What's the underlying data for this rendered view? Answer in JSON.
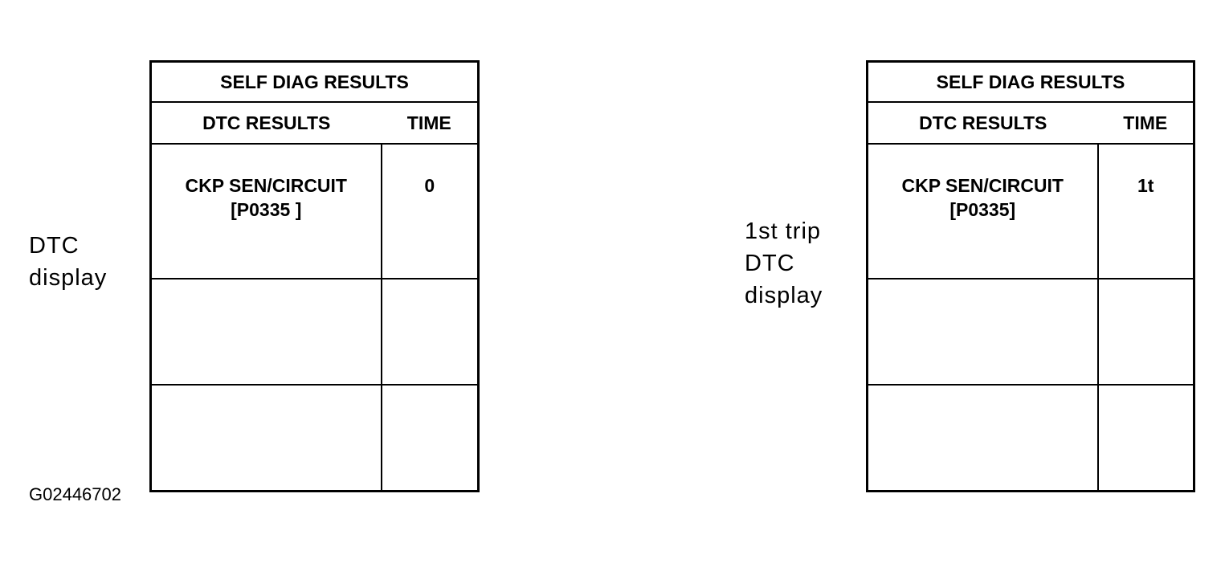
{
  "labels": {
    "left": "DTC\ndisplay",
    "right": "1st trip\nDTC\ndisplay"
  },
  "figure_id": "G02446702",
  "tables": [
    {
      "title": "SELF DIAG RESULTS",
      "col1_header": "DTC RESULTS",
      "col2_header": "TIME",
      "rows": [
        {
          "dtc_name": "CKP SEN/CIRCUIT",
          "dtc_code": "[P0335 ]",
          "time": "0"
        },
        {
          "dtc_name": "",
          "dtc_code": "",
          "time": ""
        },
        {
          "dtc_name": "",
          "dtc_code": "",
          "time": ""
        }
      ]
    },
    {
      "title": "SELF DIAG RESULTS",
      "col1_header": "DTC RESULTS",
      "col2_header": "TIME",
      "rows": [
        {
          "dtc_name": "CKP SEN/CIRCUIT",
          "dtc_code": "[P0335]",
          "time": "1t"
        },
        {
          "dtc_name": "",
          "dtc_code": "",
          "time": ""
        },
        {
          "dtc_name": "",
          "dtc_code": "",
          "time": ""
        }
      ]
    }
  ]
}
